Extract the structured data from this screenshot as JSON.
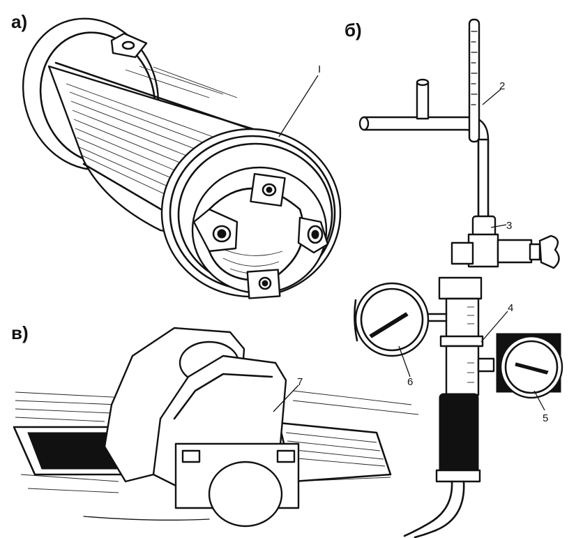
{
  "panels": {
    "a": "а)",
    "b": "б)",
    "v": "в)"
  },
  "callouts": {
    "c1": "I",
    "c2": "2",
    "c3": "3",
    "c4": "4",
    "c5": "5",
    "c6": "6",
    "c7": "7"
  }
}
